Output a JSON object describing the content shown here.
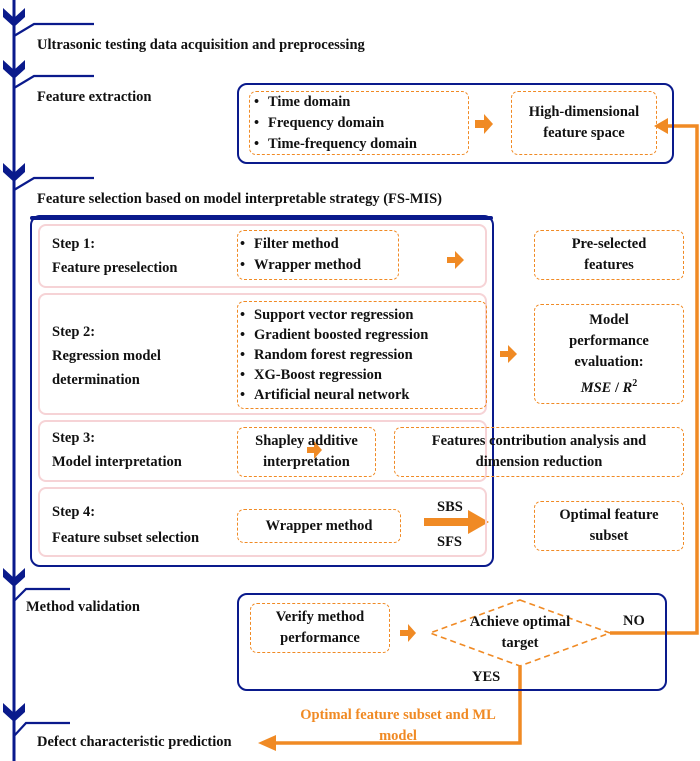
{
  "colors": {
    "spine": "#0a1a8c",
    "accent": "#f08a24",
    "step_border": "#f6d3d6"
  },
  "stages": [
    {
      "label": "Ultrasonic testing data acquisition and preprocessing"
    },
    {
      "label": "Feature extraction"
    },
    {
      "label": "Feature selection based on model interpretable strategy (FS-MIS)"
    },
    {
      "label": "Method validation"
    },
    {
      "label": "Defect characteristic prediction"
    }
  ],
  "feature_extraction": {
    "domains": [
      "Time domain",
      "Frequency domain",
      "Time-frequency domain"
    ],
    "output_line1": "High-dimensional",
    "output_line2": "feature space"
  },
  "steps": [
    {
      "title": "Step 1:",
      "subtitle": "Feature preselection",
      "methods": [
        "Filter method",
        "Wrapper method"
      ],
      "output_line1": "Pre-selected",
      "output_line2": "features"
    },
    {
      "title": "Step 2:",
      "subtitle_line1": "Regression model",
      "subtitle_line2": "determination",
      "models": [
        "Support vector regression",
        "Gradient boosted regression",
        "Random forest regression",
        "XG-Boost regression",
        "Artificial neural network"
      ],
      "output_line1": "Model",
      "output_line2": "performance",
      "output_line3": "evaluation:",
      "metric_a": "MSE",
      "metric_sep": " / ",
      "metric_b": "R",
      "metric_b_sup": "2"
    },
    {
      "title": "Step 3:",
      "subtitle": "Model interpretation",
      "input_line1": "Shapley additive",
      "input_line2": "interpretation",
      "output_line1": "Features contribution analysis and",
      "output_line2": "dimension reduction"
    },
    {
      "title": "Step 4:",
      "subtitle": "Feature subset selection",
      "method": "Wrapper method",
      "arrow_top": "SBS",
      "arrow_bottom": "SFS",
      "output_line1": "Optimal feature",
      "output_line2": "subset"
    }
  ],
  "validation": {
    "verify_line1": "Verify method",
    "verify_line2": "performance",
    "decision_line1": "Achieve optimal",
    "decision_line2": "target",
    "no_label": "NO",
    "yes_label": "YES",
    "result_line1": "Optimal feature subset and ML",
    "result_line2": "model"
  }
}
